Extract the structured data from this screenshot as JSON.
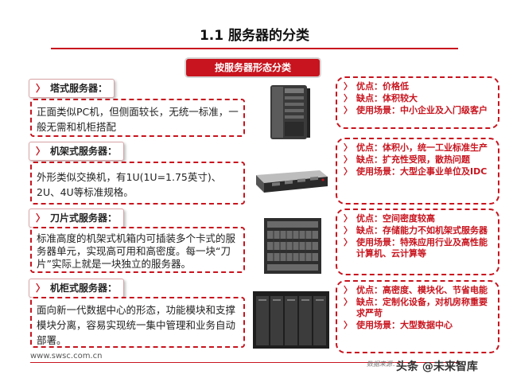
{
  "title": "1.1 服务器的分类",
  "category_label": "按服务器形态分类",
  "sections": [
    {
      "label": "塔式服务器：",
      "description": "正面类似PC机，但侧面较长，无统一标准，一般无需和机柜搭配",
      "points": [
        "优点：价格低",
        "缺点：体积较大",
        "使用场景：中小企业及入门级客户"
      ]
    },
    {
      "label": "机架式服务器：",
      "description": "外形类似交换机，有1U(1U=1.75英寸)、2U、4U等标准规格。",
      "points": [
        "优点：体积小，统一工业标准生产",
        "缺点：扩充性受限，散热问题",
        "使用场景：大型企事业单位及IDC"
      ]
    },
    {
      "label": "刀片式服务器：",
      "description": "标准高度的机架式机箱内可插装多个卡式的服务器单元，实现高可用和高密度。每一块“刀片”实际上就是一块独立的服务器。",
      "points": [
        "优点：空间密度较高",
        "缺点：存储能力不如机架式服务器",
        "使用场景：特殊应用行业及高性能计算机、云计算等"
      ]
    },
    {
      "label": "机柜式服务器：",
      "description": "面向新一代数据中心的形态，功能模块和支撑模块分离，容易实现统一集中管理和业务自动部署。",
      "points": [
        "优点：高密度、模块化、节省电能",
        "缺点：定制化设备，对机房称重要求严苛",
        "使用场景：大型数据中心"
      ]
    }
  ],
  "footer_url": "www.swsc.com.cn",
  "source_text": "数据来源：",
  "watermark": "头条 @未来智库",
  "accent_color": "#c8141e"
}
